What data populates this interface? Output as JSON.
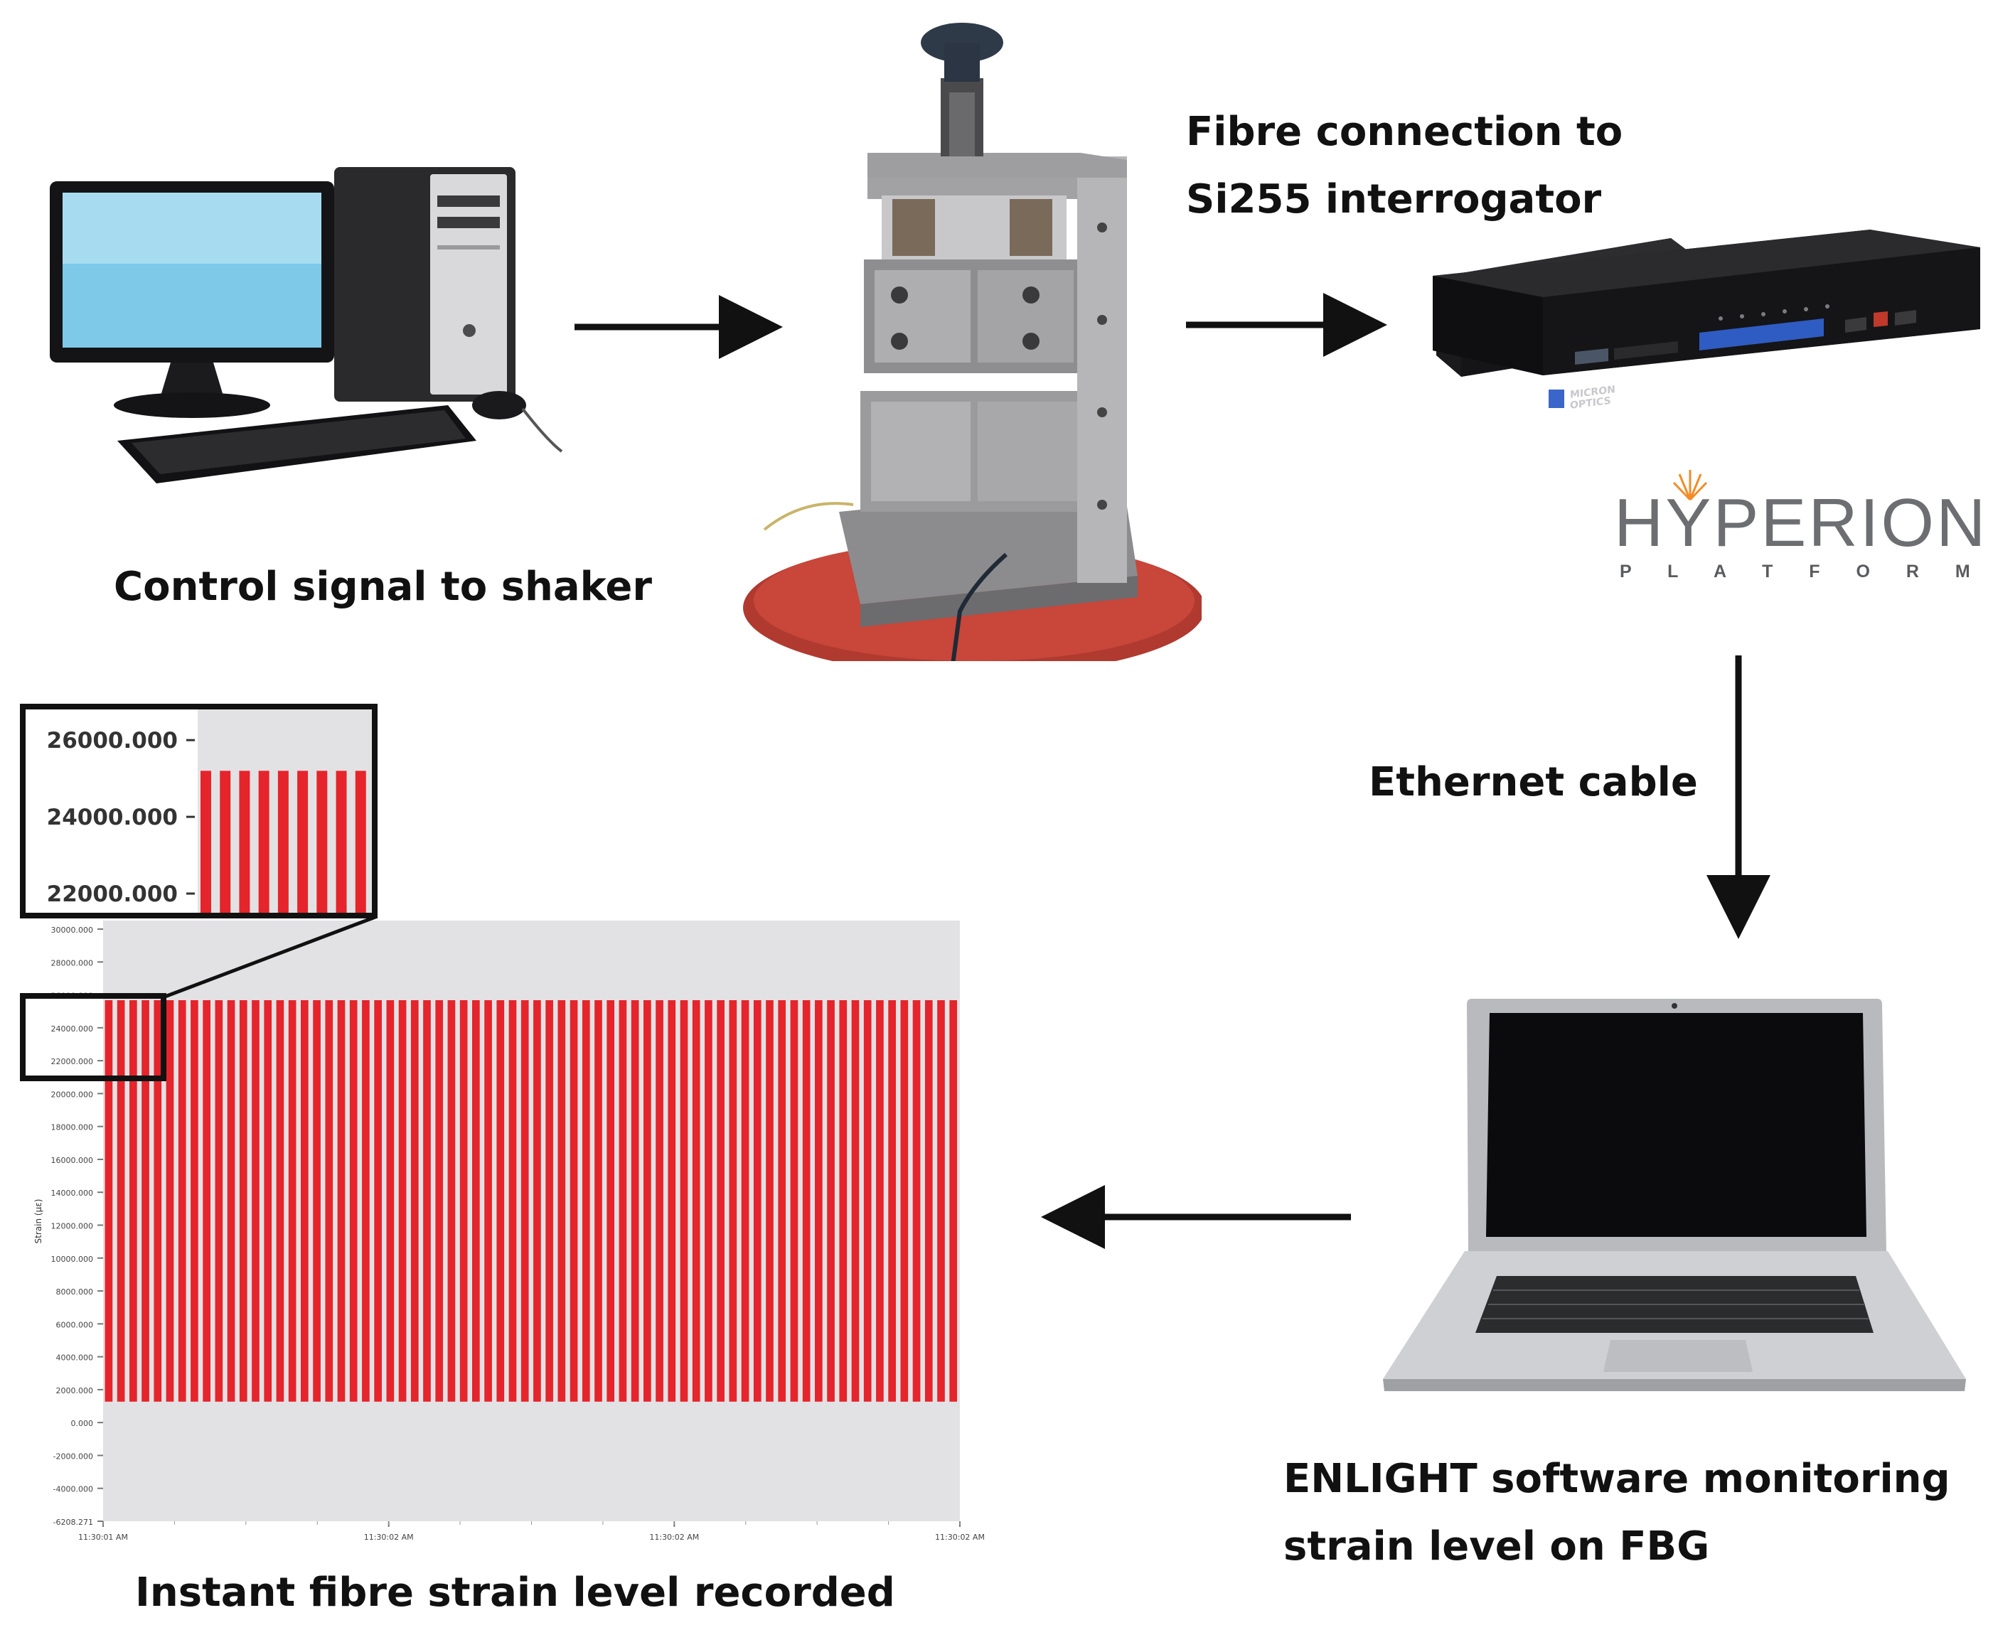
{
  "captions": {
    "control_signal": "Control signal to shaker",
    "fibre_connection_line1": "Fibre connection to",
    "fibre_connection_line2": "Si255 interrogator",
    "ethernet": "Ethernet cable",
    "enlight_line1": "ENLIGHT software monitoring",
    "enlight_line2": "strain level on FBG",
    "instant": "Instant fibre strain level recorded"
  },
  "brand": {
    "hyperion_word": "HYPERION",
    "platform_word": "P L A T F O R M",
    "micron_optics_line1": "MICRON",
    "micron_optics_line2": "OPTICS"
  },
  "colors": {
    "signal_red": "#e5242b",
    "plot_bg": "#e2e2e4",
    "arrow": "#111111",
    "hyperion_gray": "#6d6e71",
    "hyperion_orange": "#f28c28"
  },
  "icons": {
    "desktop": "desktop-computer-icon",
    "shaker": "shaker-fixture-icon",
    "interrogator": "si255-interrogator-icon",
    "laptop": "laptop-icon"
  },
  "chart_data": [
    {
      "type": "line",
      "title": "",
      "xlabel": "",
      "ylabel": "Strain (µε)",
      "ylim": [
        -6208.271,
        30000
      ],
      "y_ticks": [
        "30000.000",
        "28000.000",
        "26000.000",
        "24000.000",
        "22000.000",
        "20000.000",
        "18000.000",
        "16000.000",
        "14000.000",
        "12000.000",
        "10000.000",
        "8000.000",
        "6000.000",
        "4000.000",
        "2000.000",
        "0.000",
        "-2000.000",
        "-4000.000",
        "-6208.271"
      ],
      "x_ticks": [
        "11:30:01 AM",
        "11:30:02 AM",
        "11:30:02 AM",
        "11:30:02 AM"
      ],
      "series": [
        {
          "color": "#e5242b",
          "cycles": 70,
          "min": 1000,
          "max": 25200
        }
      ],
      "grid": false
    },
    {
      "type": "line",
      "title": "",
      "ylim": [
        21500,
        26800
      ],
      "y_ticks": [
        "26000.000",
        "24000.000",
        "22000.000"
      ],
      "series": [
        {
          "color": "#e5242b",
          "cycles": 9,
          "min": 21500,
          "max": 25200
        }
      ],
      "grid": false
    }
  ]
}
